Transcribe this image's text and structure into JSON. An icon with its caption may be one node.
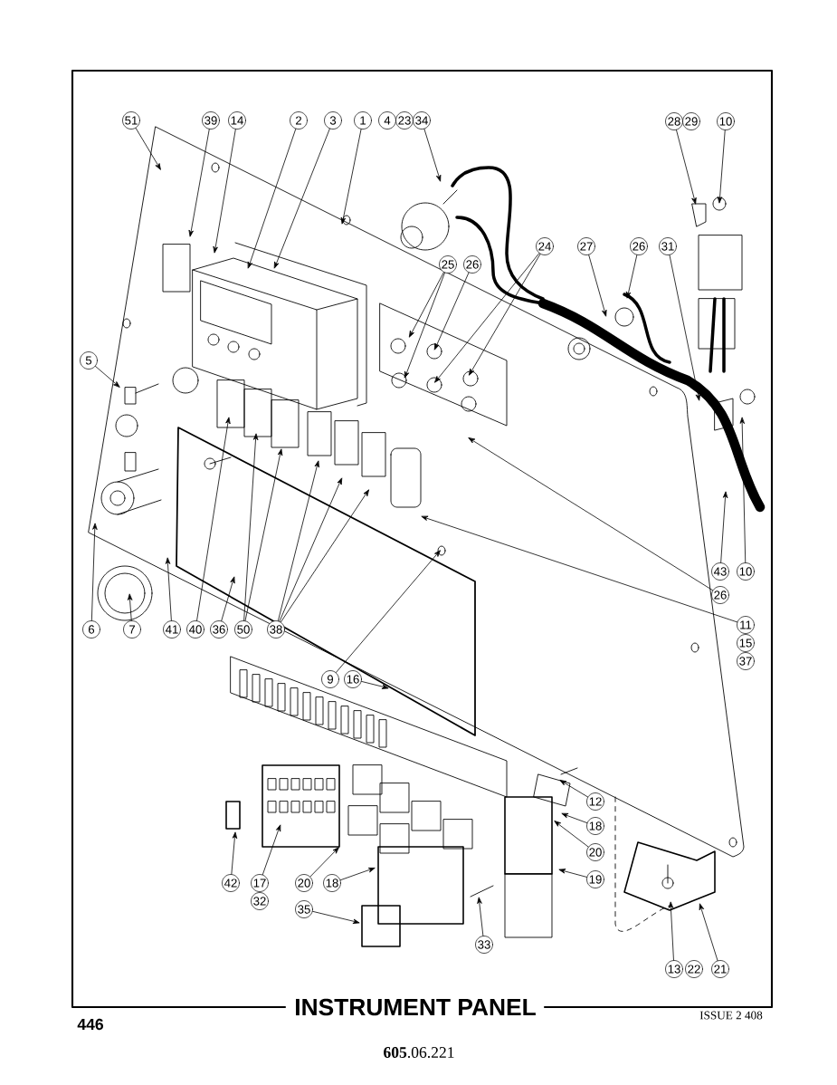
{
  "diagram": {
    "title": "INSTRUMENT PANEL",
    "nodes": [
      {
        "text": [
          "51"
        ]
      },
      {
        "text": [
          "39"
        ]
      },
      {
        "text": [
          "14"
        ]
      },
      {
        "text": [
          "2"
        ]
      },
      {
        "text": [
          "3"
        ]
      },
      {
        "text": [
          "1"
        ]
      },
      {
        "text": [
          "4"
        ]
      },
      {
        "text": [
          "23"
        ]
      },
      {
        "text": [
          "34"
        ]
      },
      {
        "text": [
          "28"
        ]
      },
      {
        "text": [
          "29"
        ]
      },
      {
        "text": [
          "10"
        ]
      },
      {
        "text": [
          "24"
        ]
      },
      {
        "text": [
          "27"
        ]
      },
      {
        "text": [
          "26"
        ]
      },
      {
        "text": [
          "31"
        ]
      },
      {
        "text": [
          "25"
        ]
      },
      {
        "text": [
          "26"
        ]
      },
      {
        "text": [
          "5"
        ]
      },
      {
        "text": [
          "43"
        ]
      },
      {
        "text": [
          "10"
        ]
      },
      {
        "text": [
          "26"
        ]
      },
      {
        "text": [
          "11"
        ]
      },
      {
        "text": [
          "15"
        ]
      },
      {
        "text": [
          "37"
        ]
      },
      {
        "text": [
          "6"
        ]
      },
      {
        "text": [
          "7"
        ]
      },
      {
        "text": [
          "41"
        ]
      },
      {
        "text": [
          "40"
        ]
      },
      {
        "text": [
          "36"
        ]
      },
      {
        "text": [
          "50"
        ]
      },
      {
        "text": [
          "38"
        ]
      },
      {
        "text": [
          "9"
        ]
      },
      {
        "text": [
          "16"
        ]
      },
      {
        "text": [
          "12"
        ]
      },
      {
        "text": [
          "18"
        ]
      },
      {
        "text": [
          "20"
        ]
      },
      {
        "text": [
          "19"
        ]
      },
      {
        "text": [
          "42"
        ]
      },
      {
        "text": [
          "17"
        ]
      },
      {
        "text": [
          "20"
        ]
      },
      {
        "text": [
          "18"
        ]
      },
      {
        "text": [
          "32"
        ]
      },
      {
        "text": [
          "35"
        ]
      },
      {
        "text": [
          "33"
        ]
      },
      {
        "text": [
          "13"
        ]
      },
      {
        "text": [
          "22"
        ]
      },
      {
        "text": [
          "21"
        ]
      }
    ],
    "edges": [
      {
        "from": 0,
        "to": null,
        "arrow": "to"
      },
      {
        "from": 1,
        "to": null,
        "arrow": "to"
      },
      {
        "from": 2,
        "to": null,
        "arrow": "to"
      },
      {
        "from": 3,
        "to": null,
        "arrow": "to"
      },
      {
        "from": 4,
        "to": null,
        "arrow": "to"
      },
      {
        "from": 5,
        "to": null,
        "arrow": "to"
      },
      {
        "from": 8,
        "to": null,
        "arrow": "to"
      },
      {
        "from": 9,
        "to": null,
        "arrow": "to"
      },
      {
        "from": 11,
        "to": null,
        "arrow": "to"
      },
      {
        "from": 12,
        "to": null,
        "arrow": "to"
      },
      {
        "from": 12,
        "to": null,
        "arrow": "to"
      },
      {
        "from": 13,
        "to": null,
        "arrow": "to"
      },
      {
        "from": 14,
        "to": null,
        "arrow": "to"
      },
      {
        "from": 15,
        "to": null,
        "arrow": "to"
      },
      {
        "from": 16,
        "to": null,
        "arrow": "to"
      },
      {
        "from": 16,
        "to": null,
        "arrow": "to"
      },
      {
        "from": 17,
        "to": null,
        "arrow": "to"
      },
      {
        "from": 18,
        "to": null,
        "arrow": "to"
      },
      {
        "from": 19,
        "to": null,
        "arrow": "to"
      },
      {
        "from": 20,
        "to": null,
        "arrow": "to"
      },
      {
        "from": 21,
        "to": null,
        "arrow": "to"
      },
      {
        "from": 22,
        "to": null,
        "arrow": "to"
      },
      {
        "from": 25,
        "to": null,
        "arrow": "to"
      },
      {
        "from": 26,
        "to": null,
        "arrow": "to"
      },
      {
        "from": 27,
        "to": null,
        "arrow": "to"
      },
      {
        "from": 28,
        "to": null,
        "arrow": "to"
      },
      {
        "from": 29,
        "to": null,
        "arrow": "to"
      },
      {
        "from": 30,
        "to": null,
        "arrow": "to"
      },
      {
        "from": 30,
        "to": null,
        "arrow": "to"
      },
      {
        "from": 31,
        "to": null,
        "arrow": "to"
      },
      {
        "from": 31,
        "to": null,
        "arrow": "to"
      },
      {
        "from": 31,
        "to": null,
        "arrow": "to"
      },
      {
        "from": 32,
        "to": null,
        "arrow": "to"
      },
      {
        "from": 33,
        "to": null,
        "arrow": "to"
      },
      {
        "from": 34,
        "to": null,
        "arrow": "to"
      },
      {
        "from": 35,
        "to": null,
        "arrow": "to"
      },
      {
        "from": 36,
        "to": null,
        "arrow": "to"
      },
      {
        "from": 37,
        "to": null,
        "arrow": "to"
      },
      {
        "from": 38,
        "to": null,
        "arrow": "to"
      },
      {
        "from": 39,
        "to": null,
        "arrow": "to"
      },
      {
        "from": 40,
        "to": null,
        "arrow": "to"
      },
      {
        "from": 41,
        "to": null,
        "arrow": "to"
      },
      {
        "from": 43,
        "to": null,
        "arrow": "to"
      },
      {
        "from": 44,
        "to": null,
        "arrow": "to"
      },
      {
        "from": 45,
        "to": null,
        "arrow": "to"
      },
      {
        "from": 47,
        "to": null,
        "arrow": "to"
      }
    ],
    "labels": [
      "446",
      "ISSUE 2 408",
      "**605**.06.221"
    ]
  }
}
